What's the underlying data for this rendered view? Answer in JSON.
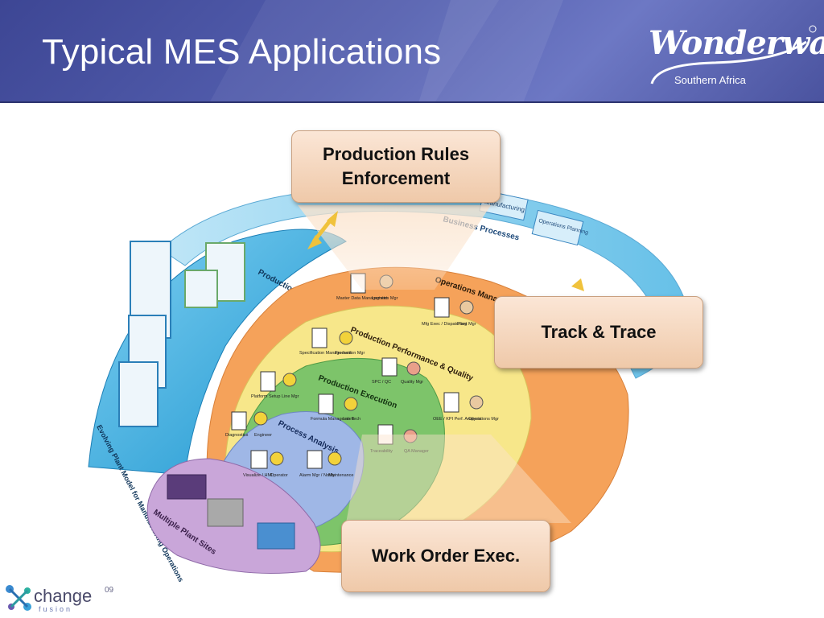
{
  "slide": {
    "title": "Typical MES Applications"
  },
  "logo": {
    "brand": "Wonderware",
    "subtitle": "Southern Africa",
    "icon": "wonderware-logo"
  },
  "footer_logo": {
    "text": "change",
    "superscript": "09",
    "sub": "fusion",
    "icon": "change-fusion-logo"
  },
  "callouts": {
    "production_rules": "Production Rules Enforcement",
    "track_trace": "Track & Trace",
    "work_order": "Work Order Exec."
  },
  "layers": {
    "business_processes": "Business Processes",
    "manufacturing": "Manufacturing",
    "operations_planning": "Operations Planning",
    "production_model": "Production Model",
    "operations_mgmt": "Operations Management",
    "production_performance": "Production Performance & Quality",
    "production_execution": "Production Execution",
    "process_analysis": "Process Analysis",
    "evolving_plant_model": "Evolving Plant Model for Manufacturing Operations",
    "multiple_plant_sites": "Multiple Plant Sites"
  },
  "roles": {
    "master_data": "Master Data Management",
    "logistics_mgr": "Logistics Mgr",
    "mfg_exec": "Mfg Exec / Dispatching",
    "plant_mgr": "Plant Mgr",
    "specification": "Specification Management",
    "production_mgr": "Production Mgr",
    "spc_qc": "SPC / QC",
    "quality_mgr": "Quality Mgr",
    "platform_setup": "Platform Setup",
    "line_mgr": "Line Mgr",
    "formula_mgmt": "Formula Management",
    "lab_tech": "Lab Tech",
    "oee_kpi": "OEE / KPI Perf. Analysis",
    "operations_mgr": "Operations Mgr",
    "diagnostics": "Diagnostics",
    "engineer": "Engineer",
    "visualize_hmi": "Visualize / HMI",
    "operator": "Operator",
    "alarm_mgr": "Alarm Mgr / Notify",
    "maintenance": "Maintenance",
    "traceability": "Traceability",
    "qa_mgr": "QA Manager"
  },
  "colors": {
    "header": "#4a539f",
    "orange_layer": "#f5a25a",
    "yellow_layer": "#f7e78a",
    "green_layer": "#7dc46a",
    "blue_layer": "#9fb7e6",
    "purple_layer": "#c9a6d9",
    "cyan_layer": "#29a8e0",
    "callout": "#efc9a9"
  }
}
